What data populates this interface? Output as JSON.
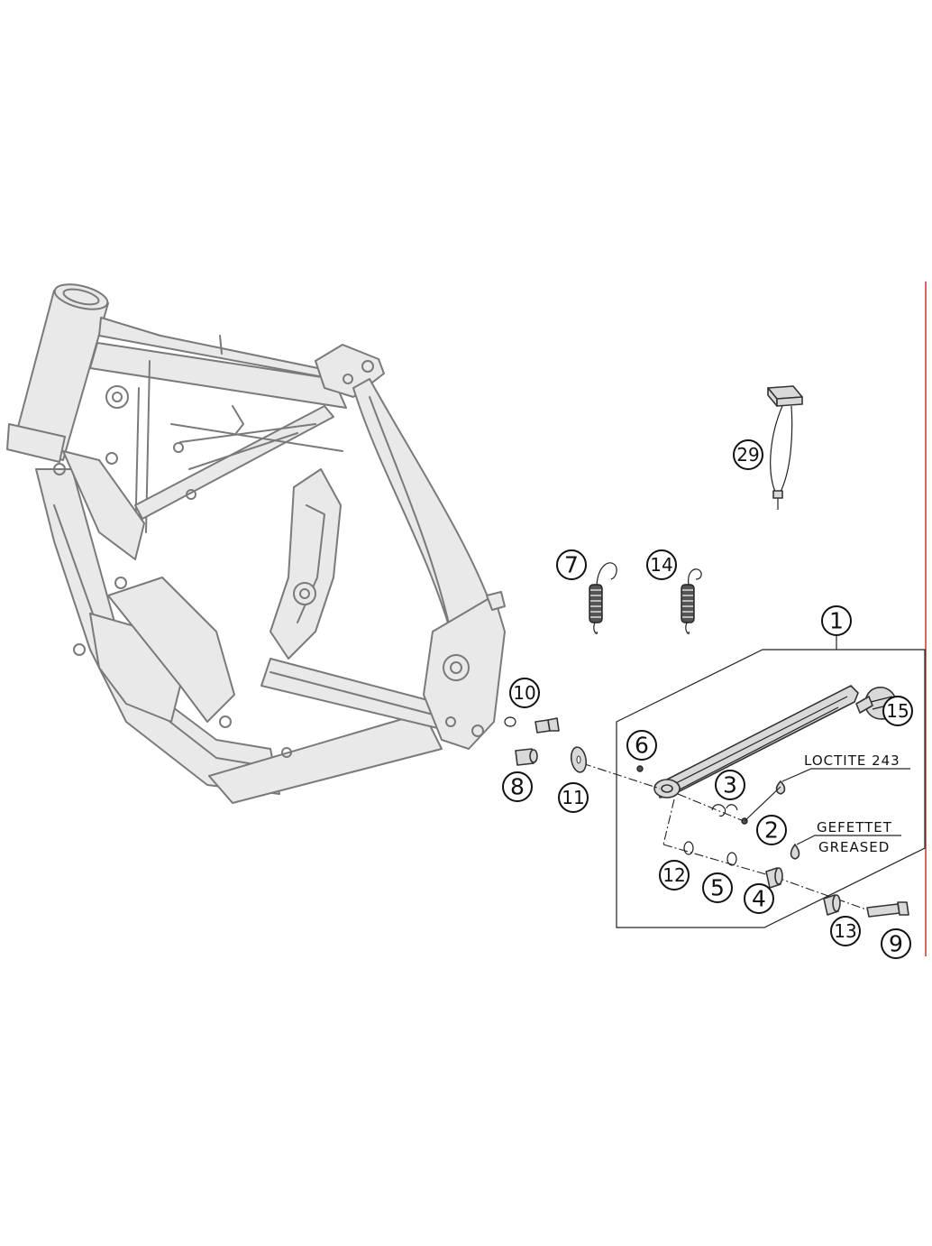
{
  "diagram": {
    "callouts": {
      "c1": "1",
      "c2": "2",
      "c3": "3",
      "c4": "4",
      "c5": "5",
      "c6": "6",
      "c7": "7",
      "c8": "8",
      "c9": "9",
      "c10": "10",
      "c11": "11",
      "c12": "12",
      "c13": "13",
      "c14": "14",
      "c15": "15",
      "c29": "29"
    },
    "notes": {
      "loctite": "LOCTITE 243",
      "greased_de": "GEFETTET",
      "greased_en": "GREASED"
    }
  }
}
